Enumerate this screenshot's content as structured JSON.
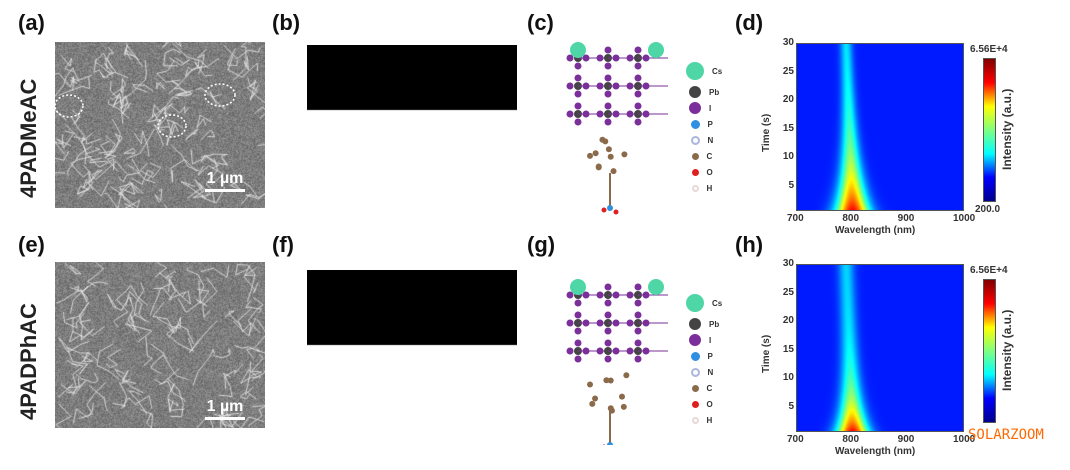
{
  "panels": {
    "a": "(a)",
    "b": "(b)",
    "c": "(c)",
    "d": "(d)",
    "e": "(e)",
    "f": "(f)",
    "g": "(g)",
    "h": "(h)"
  },
  "rows": [
    "4PADMeAC",
    "4PADPhAC"
  ],
  "scale_bar": "1 µm",
  "legend": [
    {
      "label": "Cs",
      "color": "#4fd6a6"
    },
    {
      "label": "Pb",
      "color": "#444444"
    },
    {
      "label": "I",
      "color": "#7a2f9a"
    },
    {
      "label": "P",
      "color": "#2f8fe0"
    },
    {
      "label": "N",
      "color": "#aab6dd"
    },
    {
      "label": "C",
      "color": "#8a6a4a"
    },
    {
      "label": "O",
      "color": "#e02020"
    },
    {
      "label": "H",
      "color": "#e8d8d8"
    }
  ],
  "chart_data": [
    {
      "type": "heatmap",
      "panel": "(d)",
      "xlabel": "Wavelength (nm)",
      "ylabel": "Time (s)",
      "xlim": [
        700,
        1000
      ],
      "ylim": [
        1,
        30
      ],
      "xticks": [
        "700",
        "800",
        "900",
        "1000"
      ],
      "yticks": [
        "5",
        "10",
        "15",
        "20",
        "25",
        "30"
      ],
      "colorbar": {
        "label": "Intensity (a.u.)",
        "max": "6.56E+4",
        "min": "200.0"
      },
      "peak_nm": 800,
      "peak_time_s": 1,
      "decay_s": 9,
      "width_nm": [
        30,
        10
      ]
    },
    {
      "type": "heatmap",
      "panel": "(h)",
      "xlabel": "Wavelength (nm)",
      "ylabel": "Time (s)",
      "xlim": [
        700,
        1000
      ],
      "ylim": [
        1,
        30
      ],
      "xticks": [
        "700",
        "800",
        "900",
        "1000"
      ],
      "yticks": [
        "5",
        "10",
        "15",
        "20",
        "25",
        "30"
      ],
      "colorbar": {
        "label": "Intensity (a.u.)",
        "max": "6.56E+4",
        "min": "200.0"
      },
      "peak_nm": 800,
      "peak_time_s": 1,
      "decay_s": 6,
      "width_nm": [
        28,
        14
      ]
    }
  ],
  "watermark": "SOLARZOOM"
}
